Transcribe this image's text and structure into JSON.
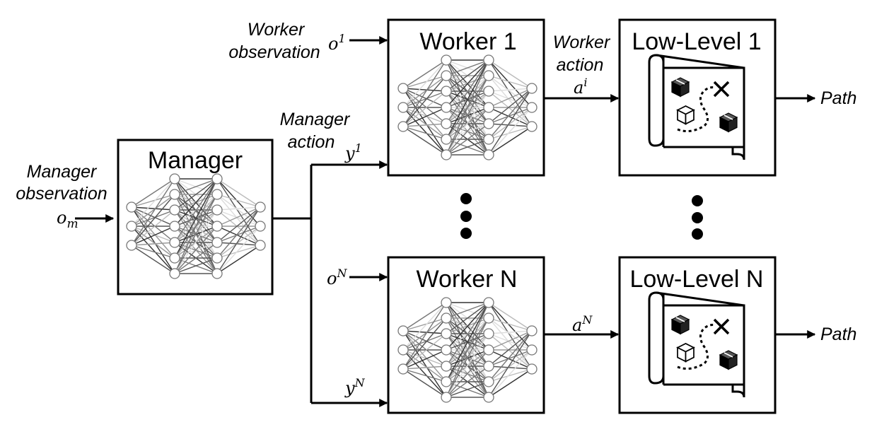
{
  "manager": {
    "title": "Manager",
    "input_label_line1": "Manager",
    "input_label_line2": "observation",
    "input_symbol": "o",
    "input_symbol_sub": "m",
    "action_label_line1": "Manager",
    "action_label_line2": "action"
  },
  "workers": [
    {
      "title": "Worker 1",
      "obs_label_line1": "Worker",
      "obs_label_line2": "observation",
      "obs_symbol": "o",
      "obs_sup": "1",
      "goal_symbol": "y",
      "goal_sup": "1",
      "action_label_line1": "Worker",
      "action_label_line2": "action",
      "action_symbol": "a",
      "action_sup": "i"
    },
    {
      "title": "Worker N",
      "obs_label_line1": "",
      "obs_label_line2": "",
      "obs_symbol": "o",
      "obs_sup": "N",
      "goal_symbol": "y",
      "goal_sup": "N",
      "action_label_line1": "",
      "action_label_line2": "",
      "action_symbol": "a",
      "action_sup": "N"
    }
  ],
  "low_level": [
    {
      "title": "Low-Level 1",
      "output_label": "Path"
    },
    {
      "title": "Low-Level N",
      "output_label": "Path"
    }
  ],
  "icons": [
    "neural-network-icon",
    "map-icon",
    "package-icon",
    "cross-mark-icon"
  ],
  "colors": {
    "line": "#000000",
    "background": "#ffffff"
  }
}
